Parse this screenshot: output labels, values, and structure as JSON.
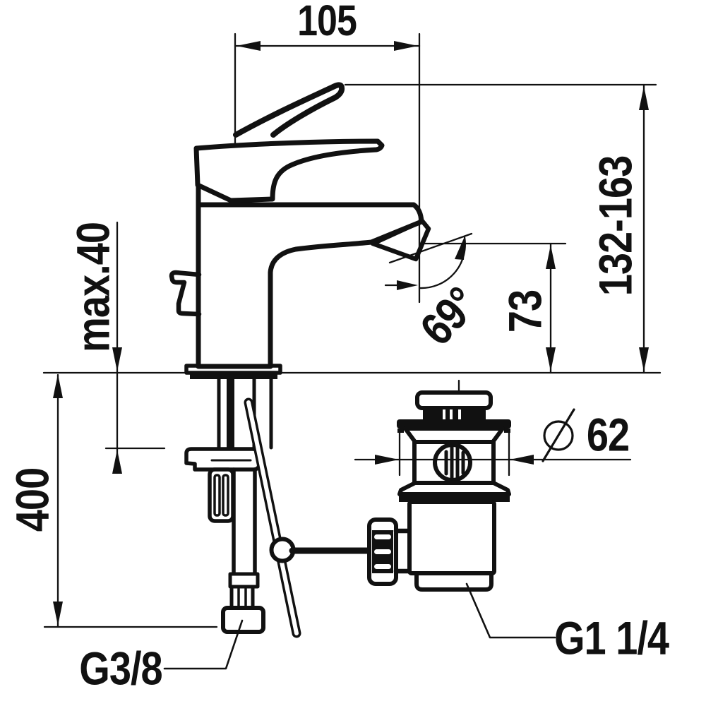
{
  "drawing": {
    "colors": {
      "line": "#111111",
      "background": "#ffffff"
    },
    "dimensions": {
      "spout_reach": "105",
      "total_height": "132-163",
      "spout_height": "73",
      "spout_angle": "69°",
      "deck_thickness": "max.40",
      "hose_length": "400",
      "waste_flange_diameter": "62",
      "waste_flange_diameter_symbol": "⌀"
    },
    "connections": {
      "supply_thread": "G3/8",
      "waste_thread": "G1 1/4"
    }
  }
}
